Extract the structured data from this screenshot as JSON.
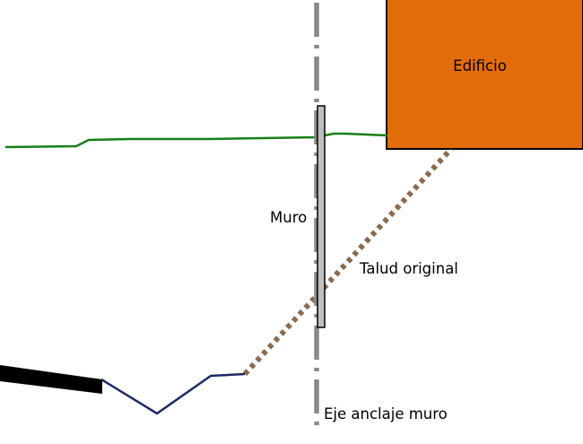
{
  "labels": {
    "building": "Edificio",
    "wall": "Muro",
    "original_slope": "Talud original",
    "anchor_axis": "Eje anclaje muro"
  },
  "colors": {
    "building_fill": "#e36c0a",
    "ground_line": "#168016",
    "slope_dotted": "#8b6a4e",
    "excavation_line": "#1c2a66",
    "axis_line": "#888888",
    "wall_fill": "#bfbfbf"
  }
}
